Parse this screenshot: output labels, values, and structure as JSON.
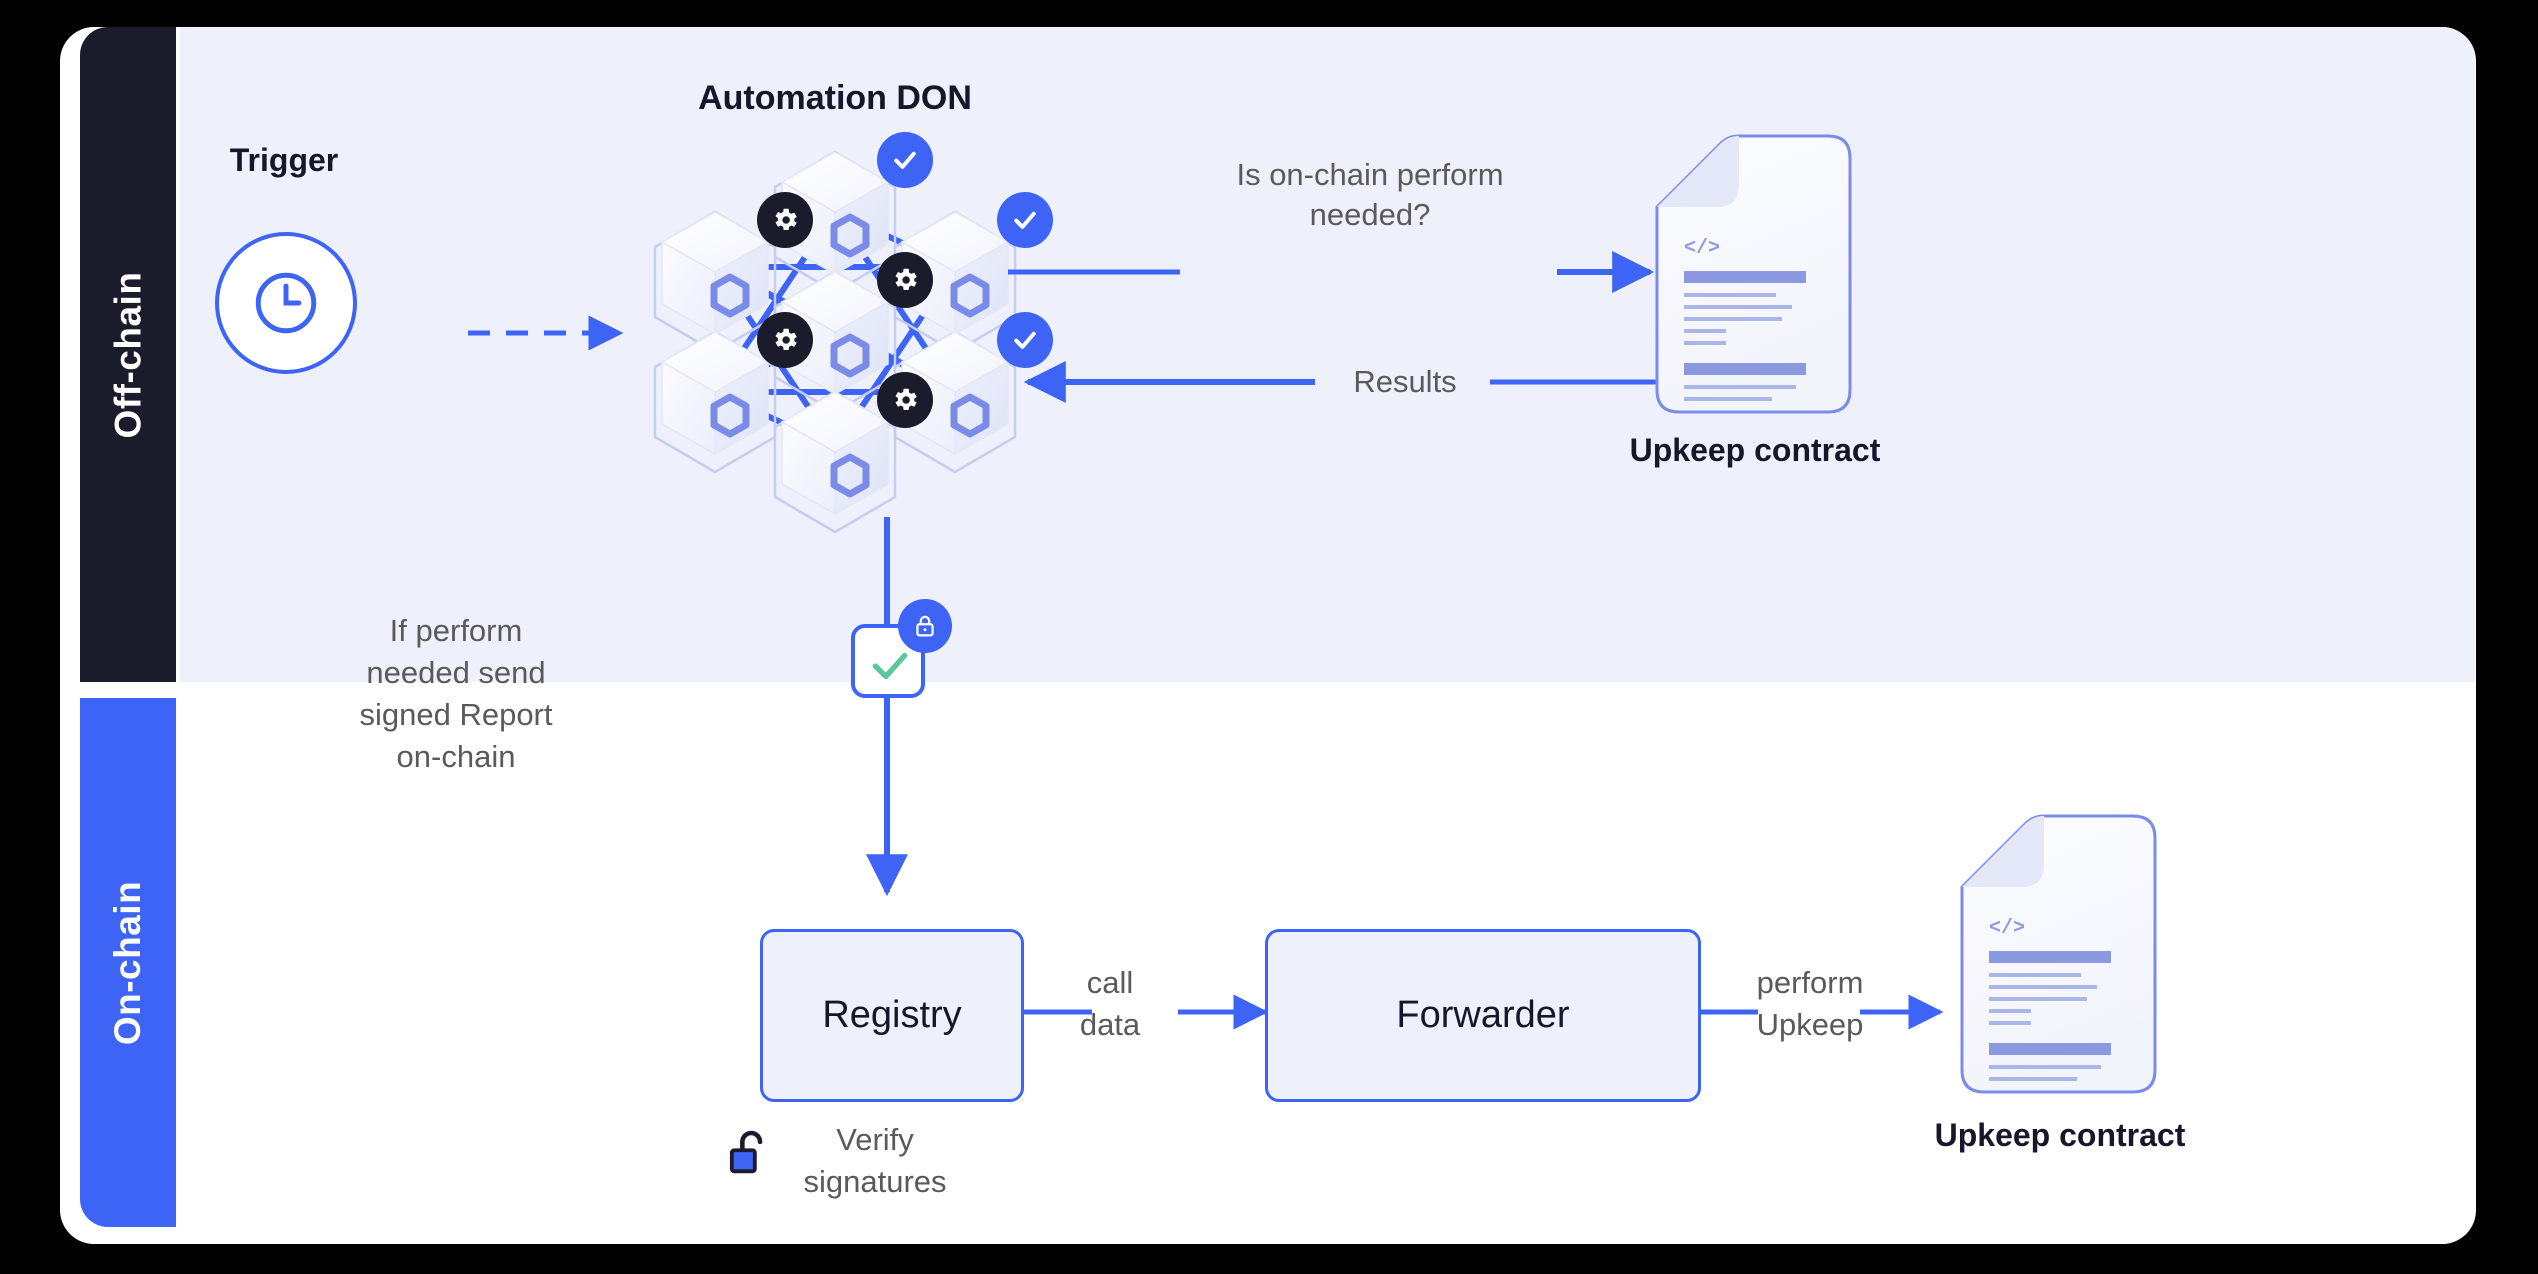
{
  "lanes": {
    "offchain_label": "Off-chain",
    "onchain_label": "On-chain"
  },
  "offchain": {
    "trigger_label": "Trigger",
    "trigger_icon": "clock-icon",
    "don_title": "Automation DON",
    "question_label": "Is on-chain perform\nneeded?",
    "question_line1": "Is on-chain perform",
    "question_line2": "needed?",
    "results_label": "Results",
    "upkeep_contract_label": "Upkeep contract",
    "signed_report_caption_line1": "If perform",
    "signed_report_caption_line2": "needed send",
    "signed_report_caption_line3": "signed Report",
    "signed_report_caption_line4": "on-chain",
    "signed_report_icons": [
      "check-icon",
      "lock-icon"
    ],
    "don_nodes": [
      {
        "id": "node-top",
        "badge": "check-icon"
      },
      {
        "id": "node-upper-left",
        "badge": "gear-icon"
      },
      {
        "id": "node-upper-right",
        "badge": "check-icon"
      },
      {
        "id": "node-center",
        "badge": "gear-icon"
      },
      {
        "id": "node-lower-left",
        "badge": "gear-icon"
      },
      {
        "id": "node-lower-right",
        "badge": "check-icon"
      },
      {
        "id": "node-bottom",
        "badge": "gear-icon"
      }
    ]
  },
  "onchain": {
    "registry_label": "Registry",
    "forwarder_label": "Forwarder",
    "call_data_line1": "call",
    "call_data_line2": "data",
    "perform_upkeep_line1": "perform",
    "perform_upkeep_line2": "Upkeep",
    "verify_line1": "Verify",
    "verify_line2": "signatures",
    "verify_icon": "unlock-icon",
    "upkeep_contract_label": "Upkeep contract"
  },
  "colors": {
    "canvas": "#000000",
    "card": "#ffffff",
    "offchain_lane_bg": "#eef1fc",
    "offchain_sidebar": "#1b1c2b",
    "onchain_sidebar": "#3d64f4",
    "accent_blue": "#3d64f4",
    "node_logo_blue": "#6b81e8",
    "check_green": "#5cc89a",
    "body_text": "#5a5a5a",
    "heading_text": "#16172a",
    "doc_line": "#8b9ae0"
  }
}
